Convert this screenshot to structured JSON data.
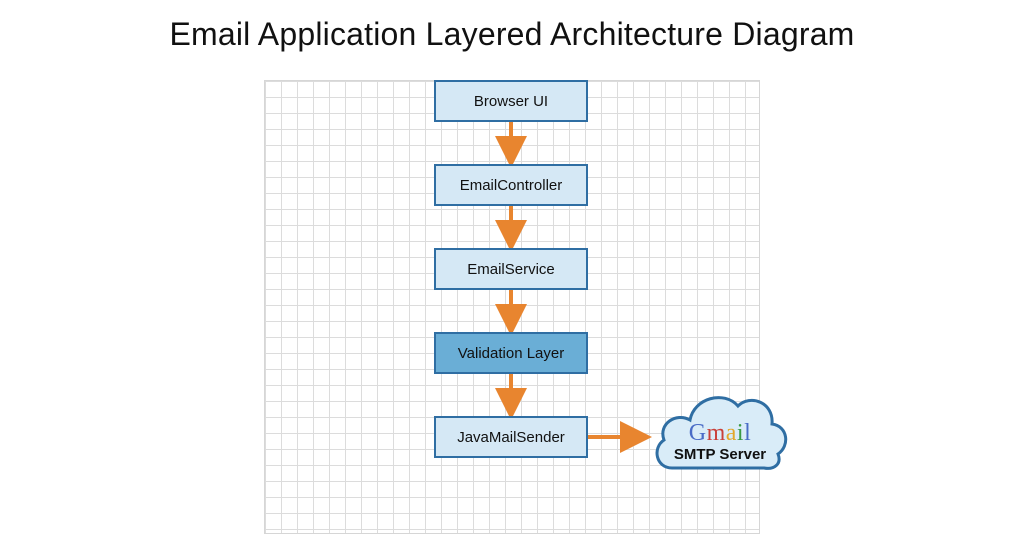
{
  "title": "Email Application Layered Architecture Diagram",
  "layers": [
    {
      "label": "Browser UI",
      "highlighted": false
    },
    {
      "label": "EmailController",
      "highlighted": false
    },
    {
      "label": "EmailService",
      "highlighted": false
    },
    {
      "label": "Validation Layer",
      "highlighted": true
    },
    {
      "label": "JavaMailSender",
      "highlighted": false
    }
  ],
  "external": {
    "logo": "Gmail",
    "label": "SMTP Server"
  },
  "colors": {
    "box_fill": "#d5e8f5",
    "box_highlight_fill": "#6aaed6",
    "box_border": "#2f6ea3",
    "arrow": "#e8852f",
    "cloud_fill": "#d9ecf8",
    "cloud_border": "#2f6ea3"
  }
}
